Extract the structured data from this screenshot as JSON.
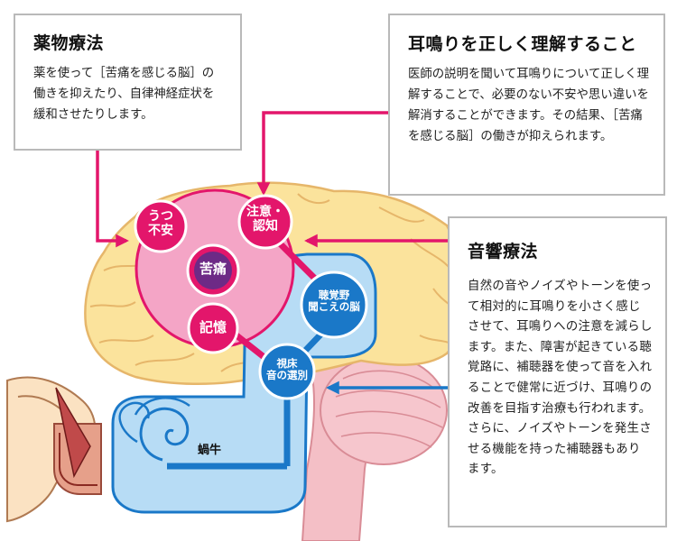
{
  "boxes": {
    "drug_therapy": {
      "title": "薬物療法",
      "text": "薬を使って［苦痛を感じる脳］の働きを抑えたり、自律神経症状を緩和させたりします。"
    },
    "understanding": {
      "title": "耳鳴りを正しく理解すること",
      "text": "医師の説明を聞いて耳鳴りについて正しく理解することで、必要のない不安や思い違いを解消することができます。その結果、［苦痛を感じる脳］の働きが抑えられます。"
    },
    "sound_therapy": {
      "title": "音響療法",
      "text": "自然の音やノイズやトーンを使って相対的に耳鳴りを小さく感じさせて、耳鳴りへの注意を減らします。また、障害が起きている聴覚路に、補聴器を使って音を入れることで健常に近づけ、耳鳴りの改善を目指す治療も行われます。さらに、ノイズやトーンを発生させる機能を持った補聴器もあります。"
    }
  },
  "nodes": {
    "anxiety": {
      "line1": "うつ",
      "line2": "不安"
    },
    "attention": {
      "line1": "注意・",
      "line2": "認知"
    },
    "pain": "苦痛",
    "memory": "記憶",
    "auditory_cortex": {
      "line1": "聴覚野",
      "line2": "聞こえの脳"
    },
    "thalamus": {
      "line1": "視床",
      "line2": "音の選別"
    },
    "cochlea": "蝸牛"
  },
  "colors": {
    "magenta": "#e3166b",
    "limbic_pink": "#f4a5c6",
    "brain_yellow": "#fbe39c",
    "brain_outline": "#e6b66a",
    "auditory_blue": "#1a78c8",
    "auditory_light": "#b7dcf5",
    "pain_purple": "#6d2a86",
    "box_border": "#b9b9b9"
  }
}
